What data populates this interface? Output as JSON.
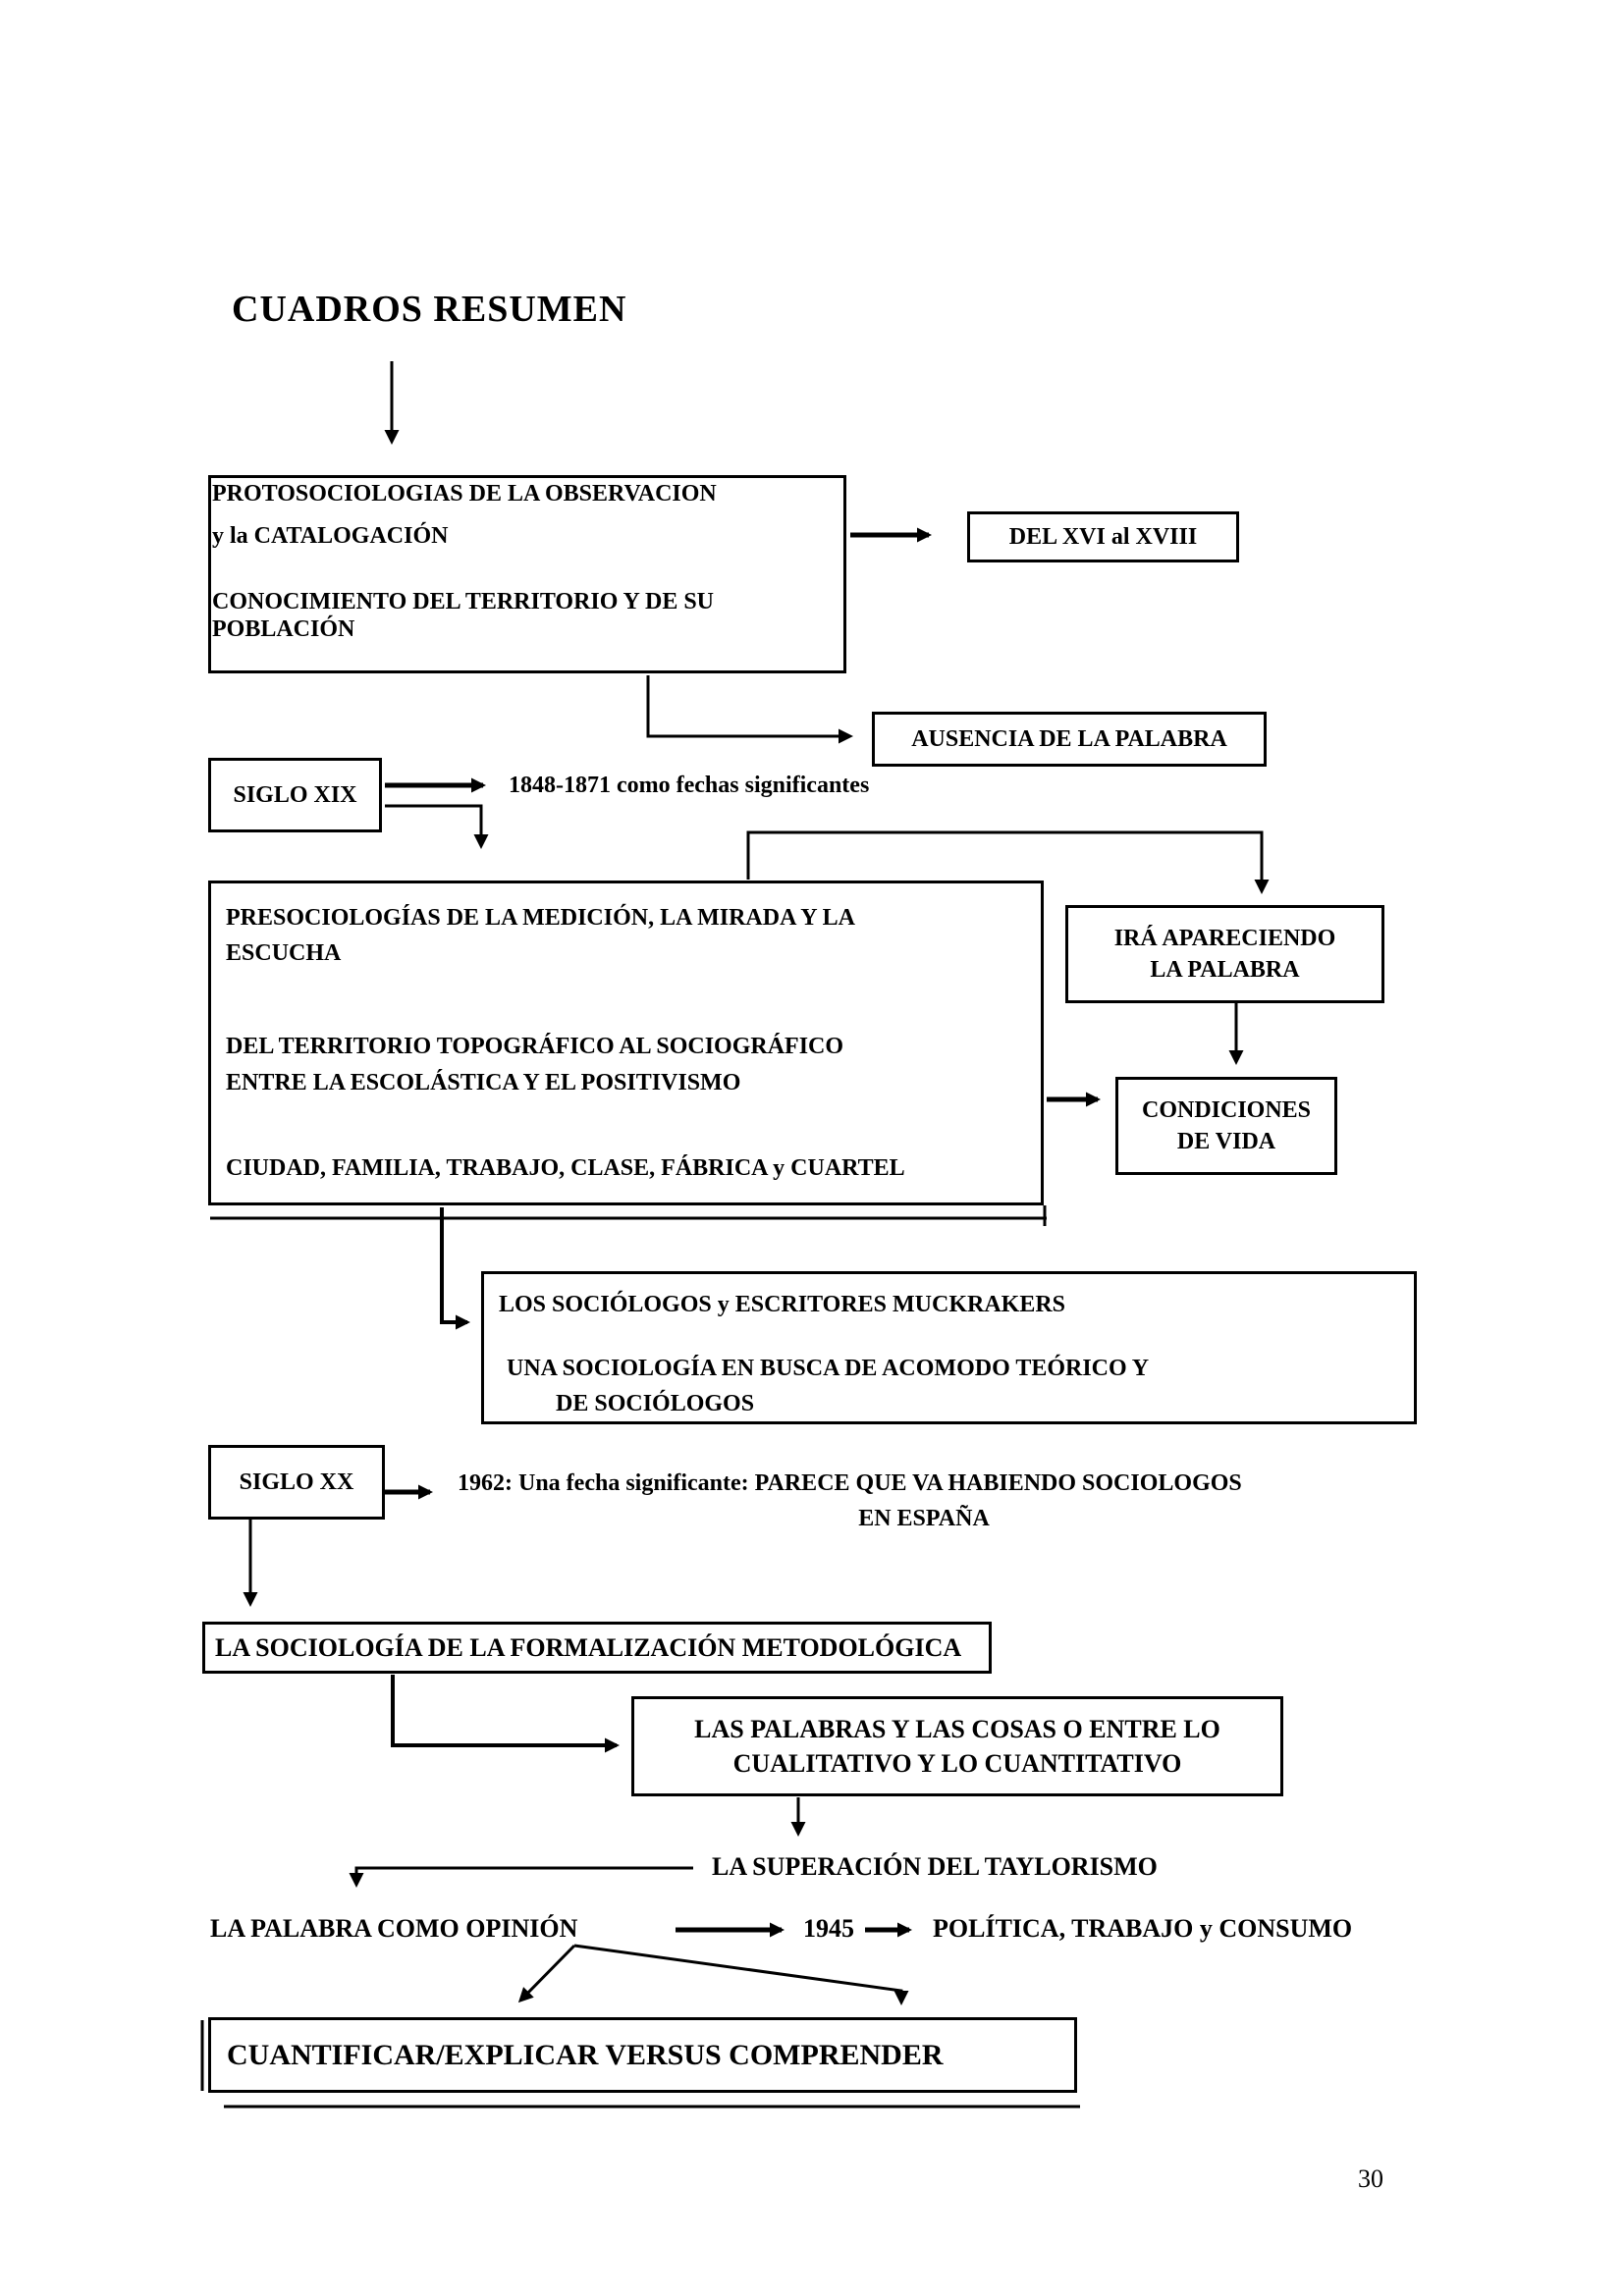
{
  "title": "CUADROS RESUMEN",
  "page_number": "30",
  "colors": {
    "ink": "#000000",
    "paper": "#ffffff"
  },
  "boxes": {
    "protosociologias": {
      "line1": "PROTOSOCIOLOGIAS DE LA OBSERVACION",
      "line2": "y la CATALOGACIÓN",
      "line3": "CONOCIMIENTO DEL TERRITORIO Y DE SU",
      "line4": "POBLACIÓN"
    },
    "del_xvi": {
      "label": "DEL XVI al XVIII"
    },
    "ausencia": {
      "label": "AUSENCIA DE LA PALABRA"
    },
    "siglo_xix": {
      "label": "SIGLO XIX"
    },
    "fechas_xix": {
      "label": "1848-1871 como fechas significantes"
    },
    "presociologias": {
      "line1": "PRESOCIOLOGÍAS DE LA MEDICIÓN, LA MIRADA Y LA",
      "line2": "ESCUCHA",
      "line3": "DEL TERRITORIO TOPOGRÁFICO AL SOCIOGRÁFICO",
      "line4": "ENTRE LA ESCOLÁSTICA Y EL POSITIVISMO",
      "line5": "CIUDAD, FAMILIA, TRABAJO, CLASE, FÁBRICA y CUARTEL"
    },
    "ira": {
      "line1": "IRÁ APARECIENDO",
      "line2": "LA PALABRA"
    },
    "condiciones": {
      "line1": "CONDICIONES",
      "line2": "DE VIDA"
    },
    "sociologos": {
      "line1": "LOS SOCIÓLOGOS y ESCRITORES MUCKRAKERS",
      "line2": "UNA SOCIOLOGÍA EN BUSCA DE ACOMODO TEÓRICO Y",
      "line3": "DE SOCIÓLOGOS"
    },
    "siglo_xx": {
      "label": "SIGLO XX"
    },
    "fecha_1962": {
      "line1": "1962: Una fecha significante: PARECE QUE VA HABIENDO SOCIOLOGOS",
      "line2": "EN ESPAÑA"
    },
    "formalizacion": {
      "label": "LA SOCIOLOGÍA DE LA FORMALIZACIÓN METODOLÓGICA"
    },
    "palabras_cosas": {
      "line1": "LAS PALABRAS Y LAS COSAS O ENTRE LO",
      "line2": "CUALITATIVO Y LO CUANTITATIVO"
    },
    "taylorismo": {
      "label": "LA SUPERACIÓN DEL TAYLORISMO"
    },
    "palabra_opinion": {
      "label": "LA PALABRA COMO OPINIÓN"
    },
    "anio_1945": {
      "label": "1945"
    },
    "politica": {
      "label": "POLÍTICA, TRABAJO y CONSUMO"
    },
    "cuantificar": {
      "label": "CUANTIFICAR/EXPLICAR VERSUS COMPRENDER"
    }
  }
}
